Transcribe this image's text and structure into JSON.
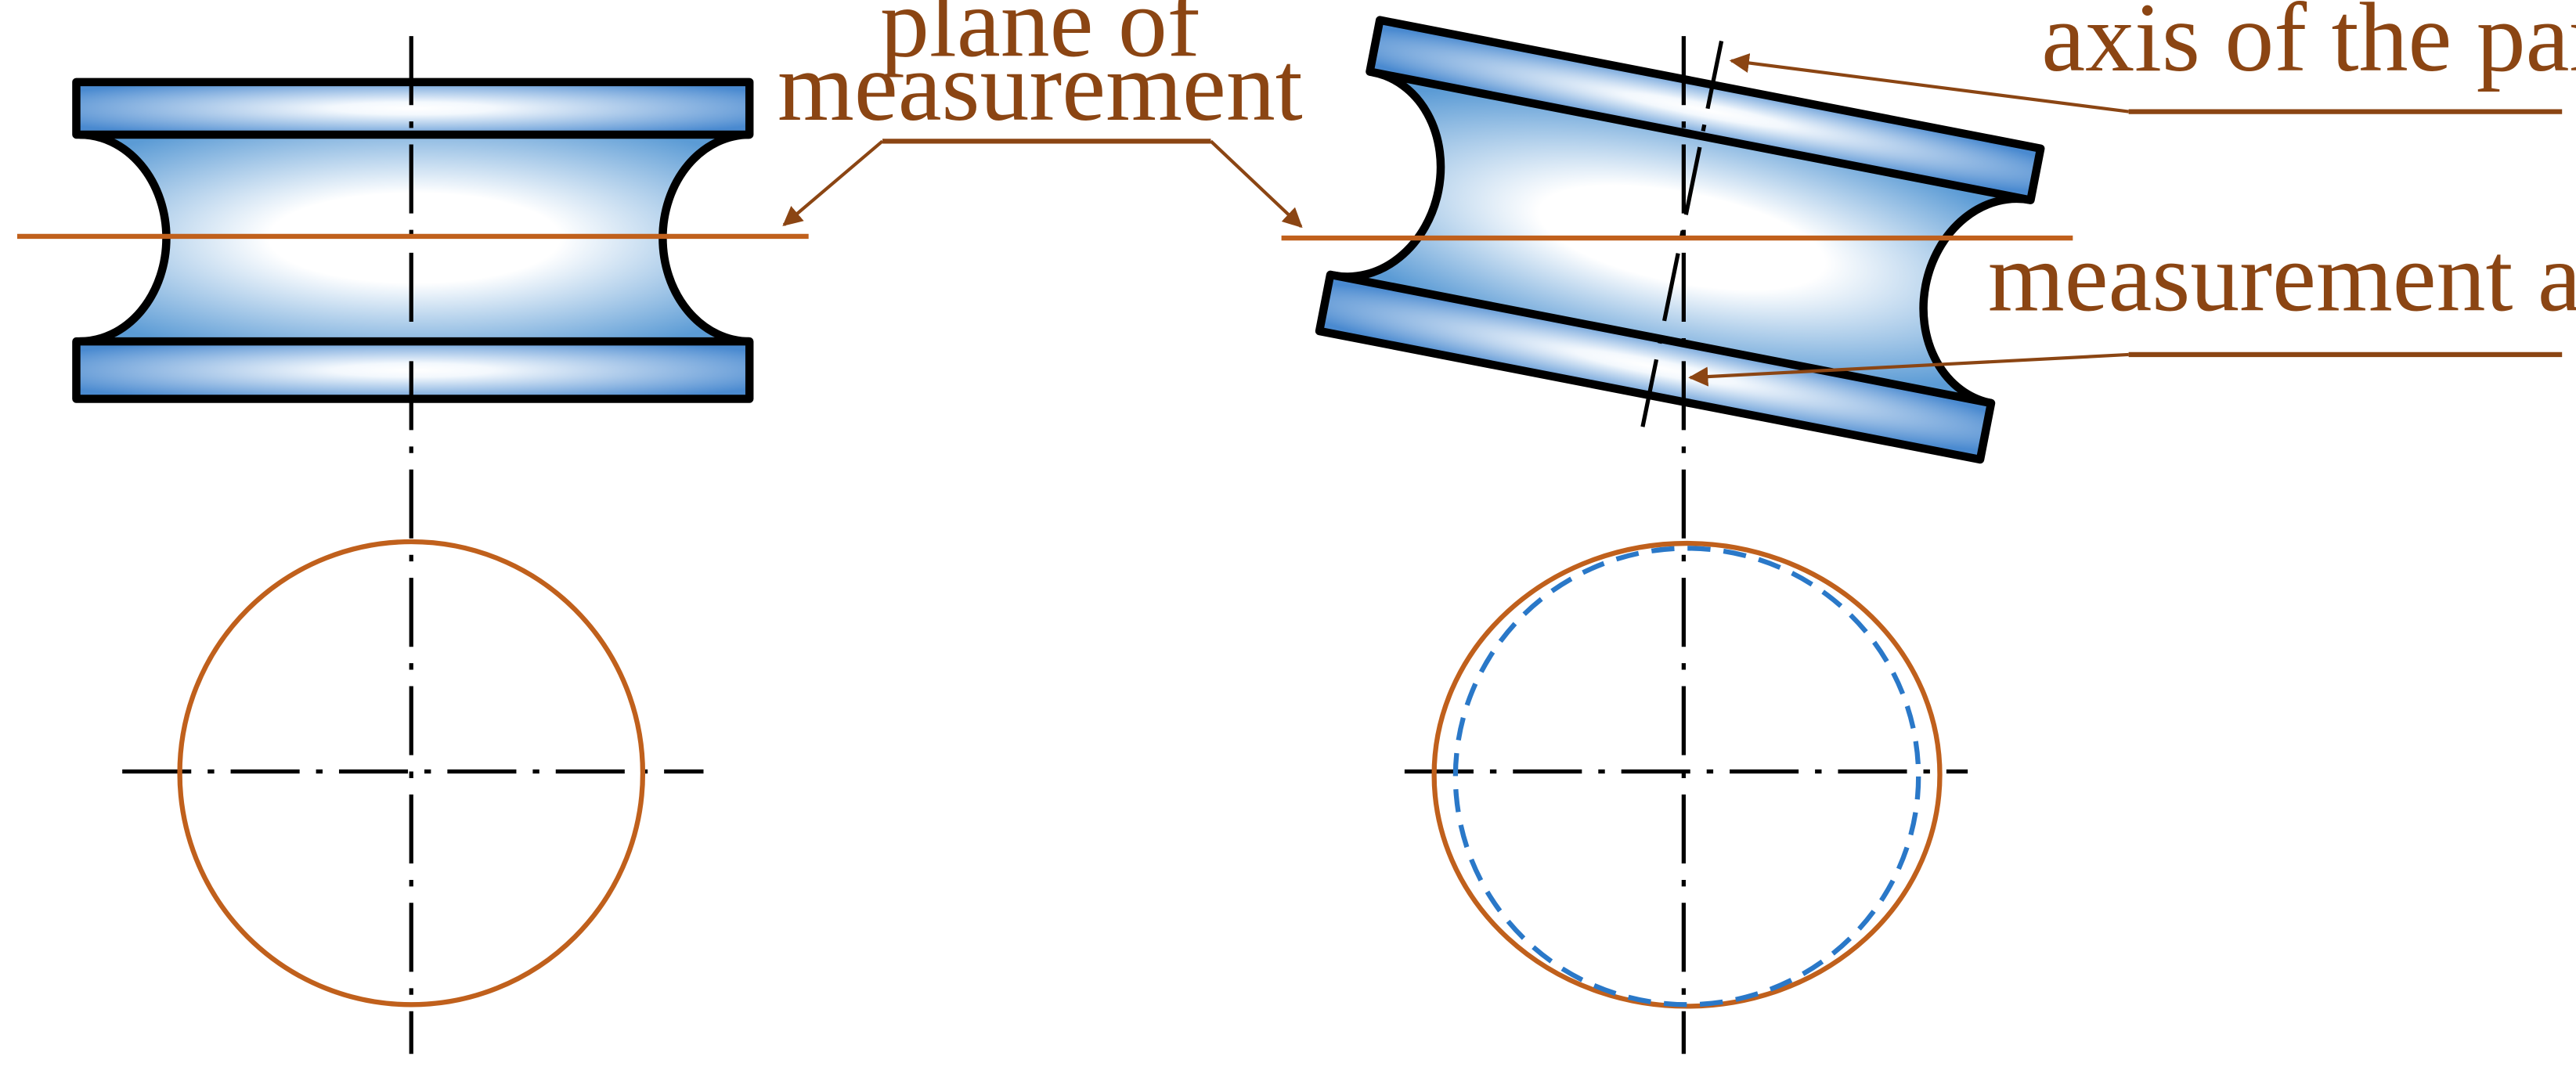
{
  "labels": {
    "plane": [
      "plane of",
      "measurement"
    ],
    "part_axis": "axis of the part",
    "measurement_axis": "measurement axis"
  },
  "colors": {
    "annotation": "#8b4513",
    "section_line": "#c0601c",
    "dashed_section": "#2a78c8",
    "part_fill_dark": "#5b9bd5",
    "part_fill_light": "#ffffff",
    "outline": "#000000"
  }
}
